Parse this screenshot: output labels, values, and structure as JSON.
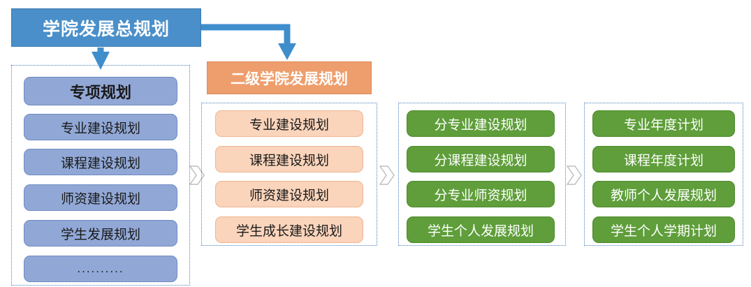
{
  "diagram": {
    "title_box": {
      "label": "学院发展总规划"
    },
    "college_box": {
      "label": "二级学院发展规划"
    },
    "columns": [
      {
        "name": "special-planning",
        "items": [
          {
            "label": "专项规划",
            "style": "blue-head"
          },
          {
            "label": "专业建设规划",
            "style": "blue"
          },
          {
            "label": "课程建设规划",
            "style": "blue"
          },
          {
            "label": "师资建设规划",
            "style": "blue"
          },
          {
            "label": "学生发展规划",
            "style": "blue"
          },
          {
            "label": "..........",
            "style": "blue-dots"
          }
        ]
      },
      {
        "name": "college-planning",
        "items": [
          {
            "label": "专业建设规划",
            "style": "peach"
          },
          {
            "label": "课程建设规划",
            "style": "peach"
          },
          {
            "label": "师资建设规划",
            "style": "peach"
          },
          {
            "label": "学生成长建设规划",
            "style": "peach"
          }
        ]
      },
      {
        "name": "sub-planning",
        "items": [
          {
            "label": "分专业建设规划",
            "style": "green"
          },
          {
            "label": "分课程建设规划",
            "style": "green"
          },
          {
            "label": "分专业师资规划",
            "style": "green"
          },
          {
            "label": "学生个人发展规划",
            "style": "green"
          }
        ]
      },
      {
        "name": "annual-planning",
        "items": [
          {
            "label": "专业年度计划",
            "style": "green"
          },
          {
            "label": "课程年度计划",
            "style": "green"
          },
          {
            "label": "教师个人发展规划",
            "style": "green"
          },
          {
            "label": "学生个人学期计划",
            "style": "green"
          }
        ]
      }
    ],
    "colors": {
      "title_blue": "#4a8fc9",
      "college_orange": "#ee9e6c",
      "item_blue": "#91a8d6",
      "item_peach": "#fad4bb",
      "item_green": "#5f9e3a",
      "arrow_blue": "#3f8ecc",
      "chevron_gray": "#c8c8c8",
      "dotted_border": "#4a7ebb"
    }
  }
}
